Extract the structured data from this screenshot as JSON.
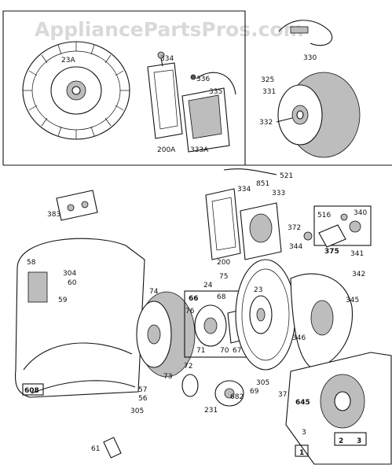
{
  "watermark": "AppliancePartsPros.com",
  "labels": {
    "l23A": "23A",
    "l334a": "334",
    "l336": "336",
    "l335": "335",
    "l200A": "200A",
    "l333A": "333A",
    "l330": "330",
    "l325": "325",
    "l331": "331",
    "l332": "332",
    "l521": "521",
    "l851": "851",
    "l334b": "334",
    "l333": "333",
    "l383": "383",
    "l372": "372",
    "l516": "516",
    "l340": "340",
    "l344": "344",
    "l375": "375",
    "l341": "341",
    "l200": "200",
    "l342": "342",
    "l75": "75",
    "l24": "24",
    "l23": "23",
    "l345": "345",
    "l58": "58",
    "l304": "304",
    "l60": "60",
    "l59": "59",
    "l74": "74",
    "l66": "66",
    "l68": "68",
    "l76": "76",
    "l73": "73",
    "l71": "71",
    "l70": "70",
    "l67": "67",
    "l346": "346",
    "l305a": "305",
    "l69": "69",
    "l72": "72",
    "l682": "682",
    "l37": "37",
    "l645": "645",
    "l57": "57",
    "l56": "56",
    "l608": "608",
    "l305b": "305",
    "l231": "231",
    "l3a": "3",
    "l1": "1",
    "l2": "2",
    "l3b": "3",
    "l61": "61"
  }
}
